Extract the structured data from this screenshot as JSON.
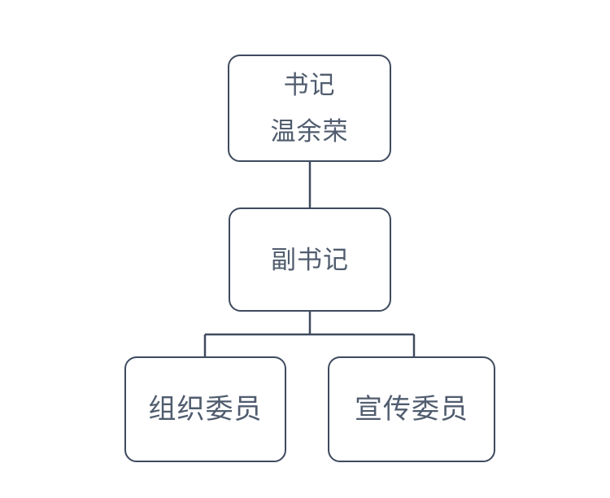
{
  "diagram": {
    "type": "org-chart",
    "orientation": "top-down",
    "background_color": "#ffffff",
    "stroke_color": "#3E4A5E",
    "text_color": "#505C6E",
    "nodes": [
      {
        "id": "secretary",
        "level": 1,
        "lines": [
          "书记",
          "温余荣"
        ],
        "title": "书记",
        "name": "温余荣"
      },
      {
        "id": "deputy-secretary",
        "level": 2,
        "lines": [
          "副书记"
        ],
        "title": "副书记",
        "name": ""
      },
      {
        "id": "organization-member",
        "level": 3,
        "lines": [
          "组织委员"
        ],
        "title": "组织委员",
        "name": ""
      },
      {
        "id": "publicity-member",
        "level": 3,
        "lines": [
          "宣传委员"
        ],
        "title": "宣传委员",
        "name": ""
      }
    ],
    "edges": [
      {
        "from": "secretary",
        "to": "deputy-secretary",
        "style": "straight"
      },
      {
        "from": "deputy-secretary",
        "to": "organization-member",
        "style": "elbow"
      },
      {
        "from": "deputy-secretary",
        "to": "publicity-member",
        "style": "elbow"
      }
    ]
  }
}
